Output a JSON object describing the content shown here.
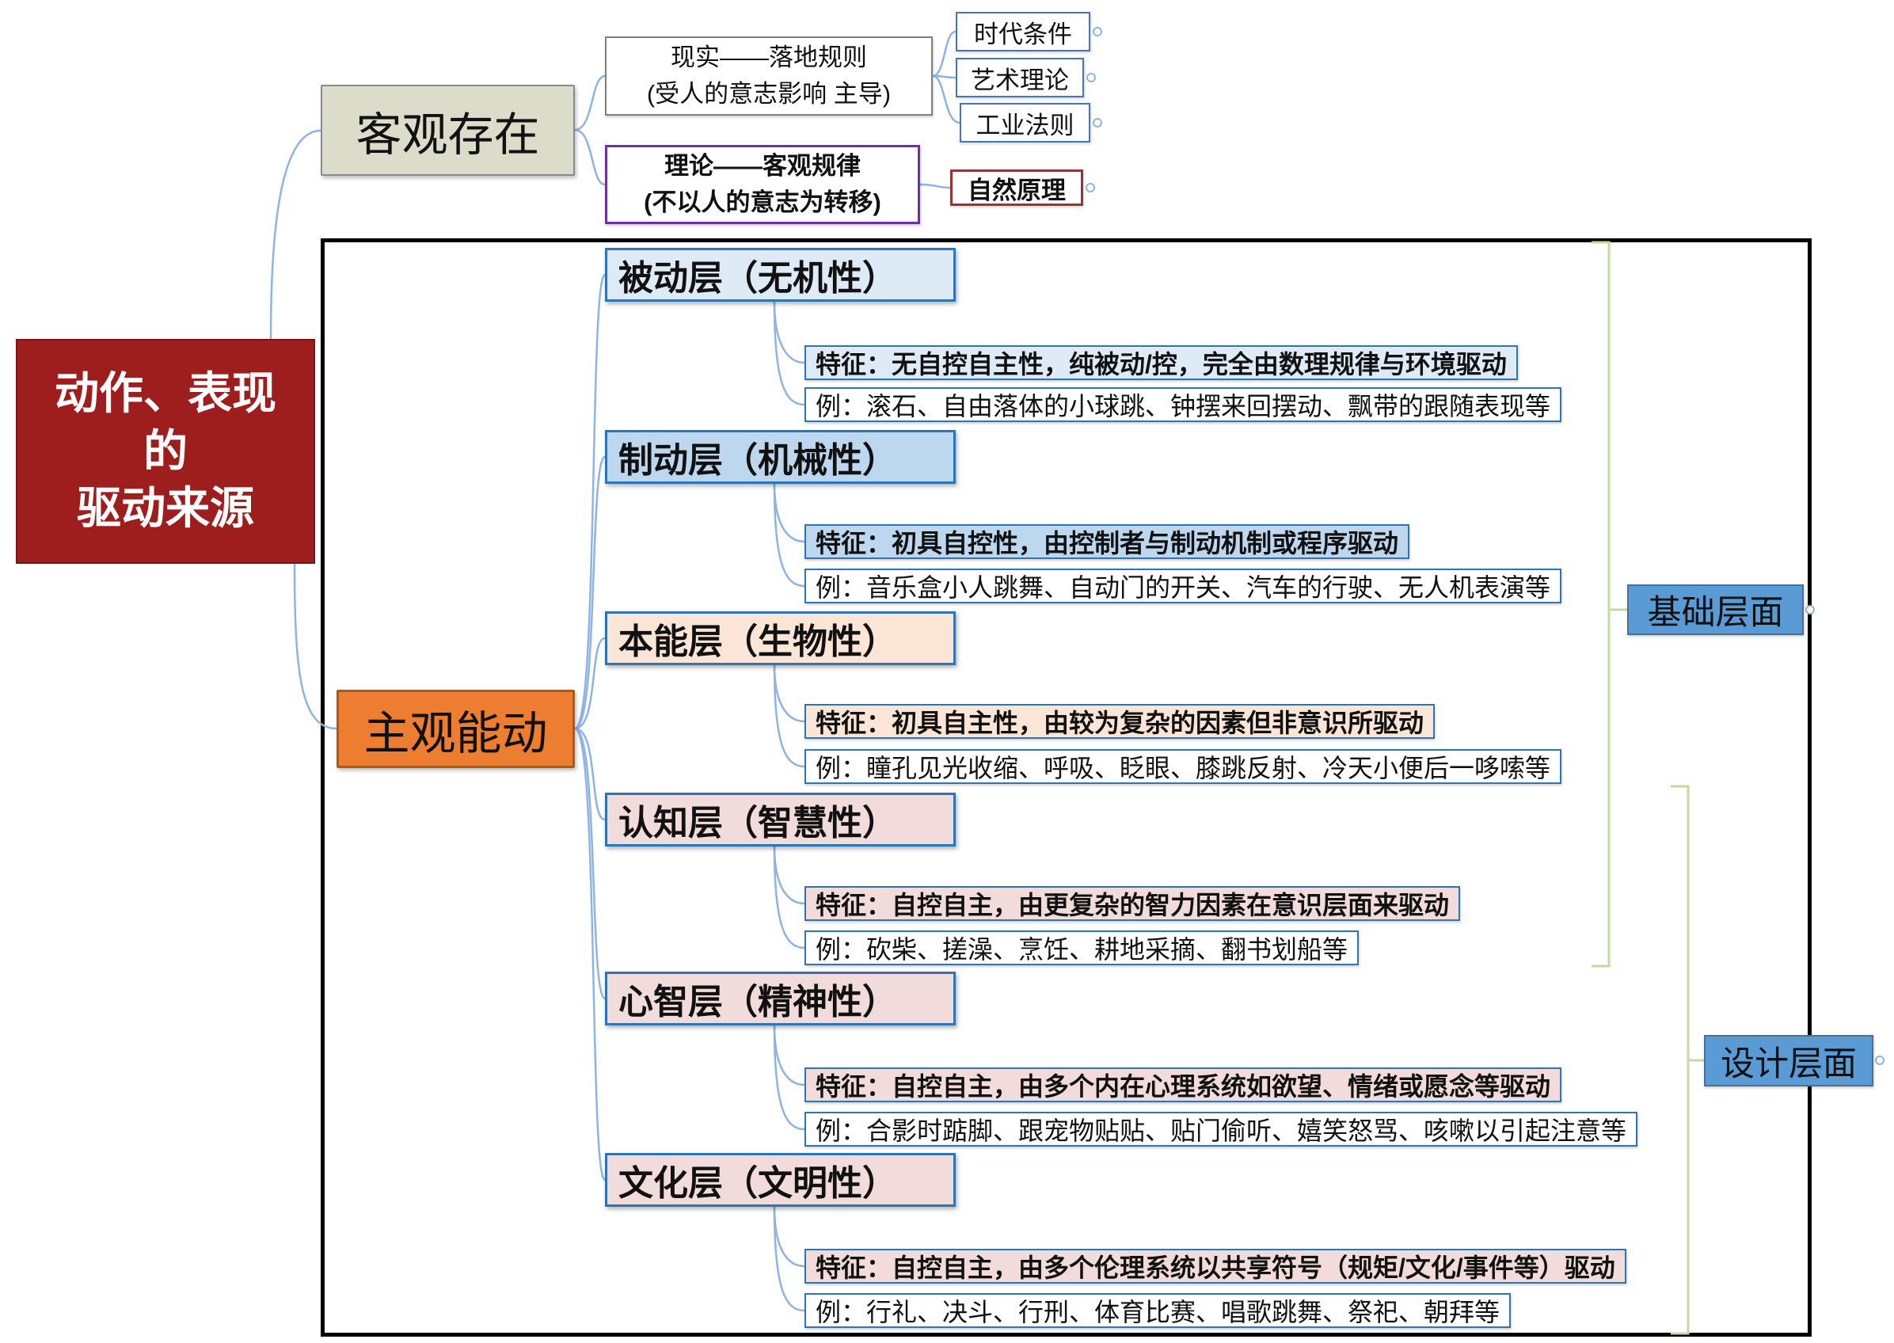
{
  "root": {
    "label": "动作、表现\n的\n驱动来源"
  },
  "objective_branch": {
    "label": "客观存在",
    "reality": {
      "label": "现实——落地规则\n(受人的意志影响 主导)",
      "children": [
        {
          "label": "时代条件"
        },
        {
          "label": "艺术理论"
        },
        {
          "label": "工业法则"
        }
      ]
    },
    "theory": {
      "label": "理论——客观规律\n(不以人的意志为转移)",
      "children": [
        {
          "label": "自然原理"
        }
      ]
    }
  },
  "subjective_branch": {
    "label": "主观能动",
    "layers": [
      {
        "title": "被动层（无机性）",
        "feature": "特征：无自控自主性，纯被动/控，完全由数理规律与环境驱动",
        "example": "例：滚石、自由落体的小球跳、钟摆来回摆动、飘带的跟随表现等",
        "color": "#DEEBF7"
      },
      {
        "title": "制动层（机械性）",
        "feature": "特征：初具自控性，由控制者与制动机制或程序驱动",
        "example": "例：音乐盒小人跳舞、自动门的开关、汽车的行驶、无人机表演等",
        "color": "#BDD7EE"
      },
      {
        "title": "本能层（生物性）",
        "feature": "特征：初具自主性，由较为复杂的因素但非意识所驱动",
        "example": "例：瞳孔见光收缩、呼吸、眨眼、膝跳反射、冷天小便后一哆嗦等",
        "color": "#FBE5D6"
      },
      {
        "title": "认知层（智慧性）",
        "feature": "特征：自控自主，由更复杂的智力因素在意识层面来驱动",
        "example": "例：砍柴、搓澡、烹饪、耕地采摘、翻书划船等",
        "color": "#F2DCDB"
      },
      {
        "title": "心智层（精神性）",
        "feature": "特征：自控自主，由多个内在心理系统如欲望、情绪或愿念等驱动",
        "example": "例：合影时踮脚、跟宠物贴贴、贴门偷听、嬉笑怒骂、咳嗽以引起注意等",
        "color": "#F2DCDB"
      },
      {
        "title": "文化层（文明性）",
        "feature": "特征：自控自主，由多个伦理系统以共享符号（规矩/文化/事件等）驱动",
        "example": "例：行礼、决斗、行刑、体育比赛、唱歌跳舞、祭祀、朝拜等",
        "color": "#F2DCDB"
      }
    ]
  },
  "annotations": {
    "base": {
      "label": "基础层面"
    },
    "design": {
      "label": "设计层面"
    }
  },
  "colors": {
    "root_bg": "#9E1E1E",
    "objective_bg": "#DBDDCA",
    "subjective_bg": "#ED7D31",
    "annotation_bg": "#5B9BD5",
    "layer_border": "#2E75B6",
    "connector": "#8EB4E3",
    "bracket": "#C6D9A0",
    "boundary_border": "#000000"
  }
}
